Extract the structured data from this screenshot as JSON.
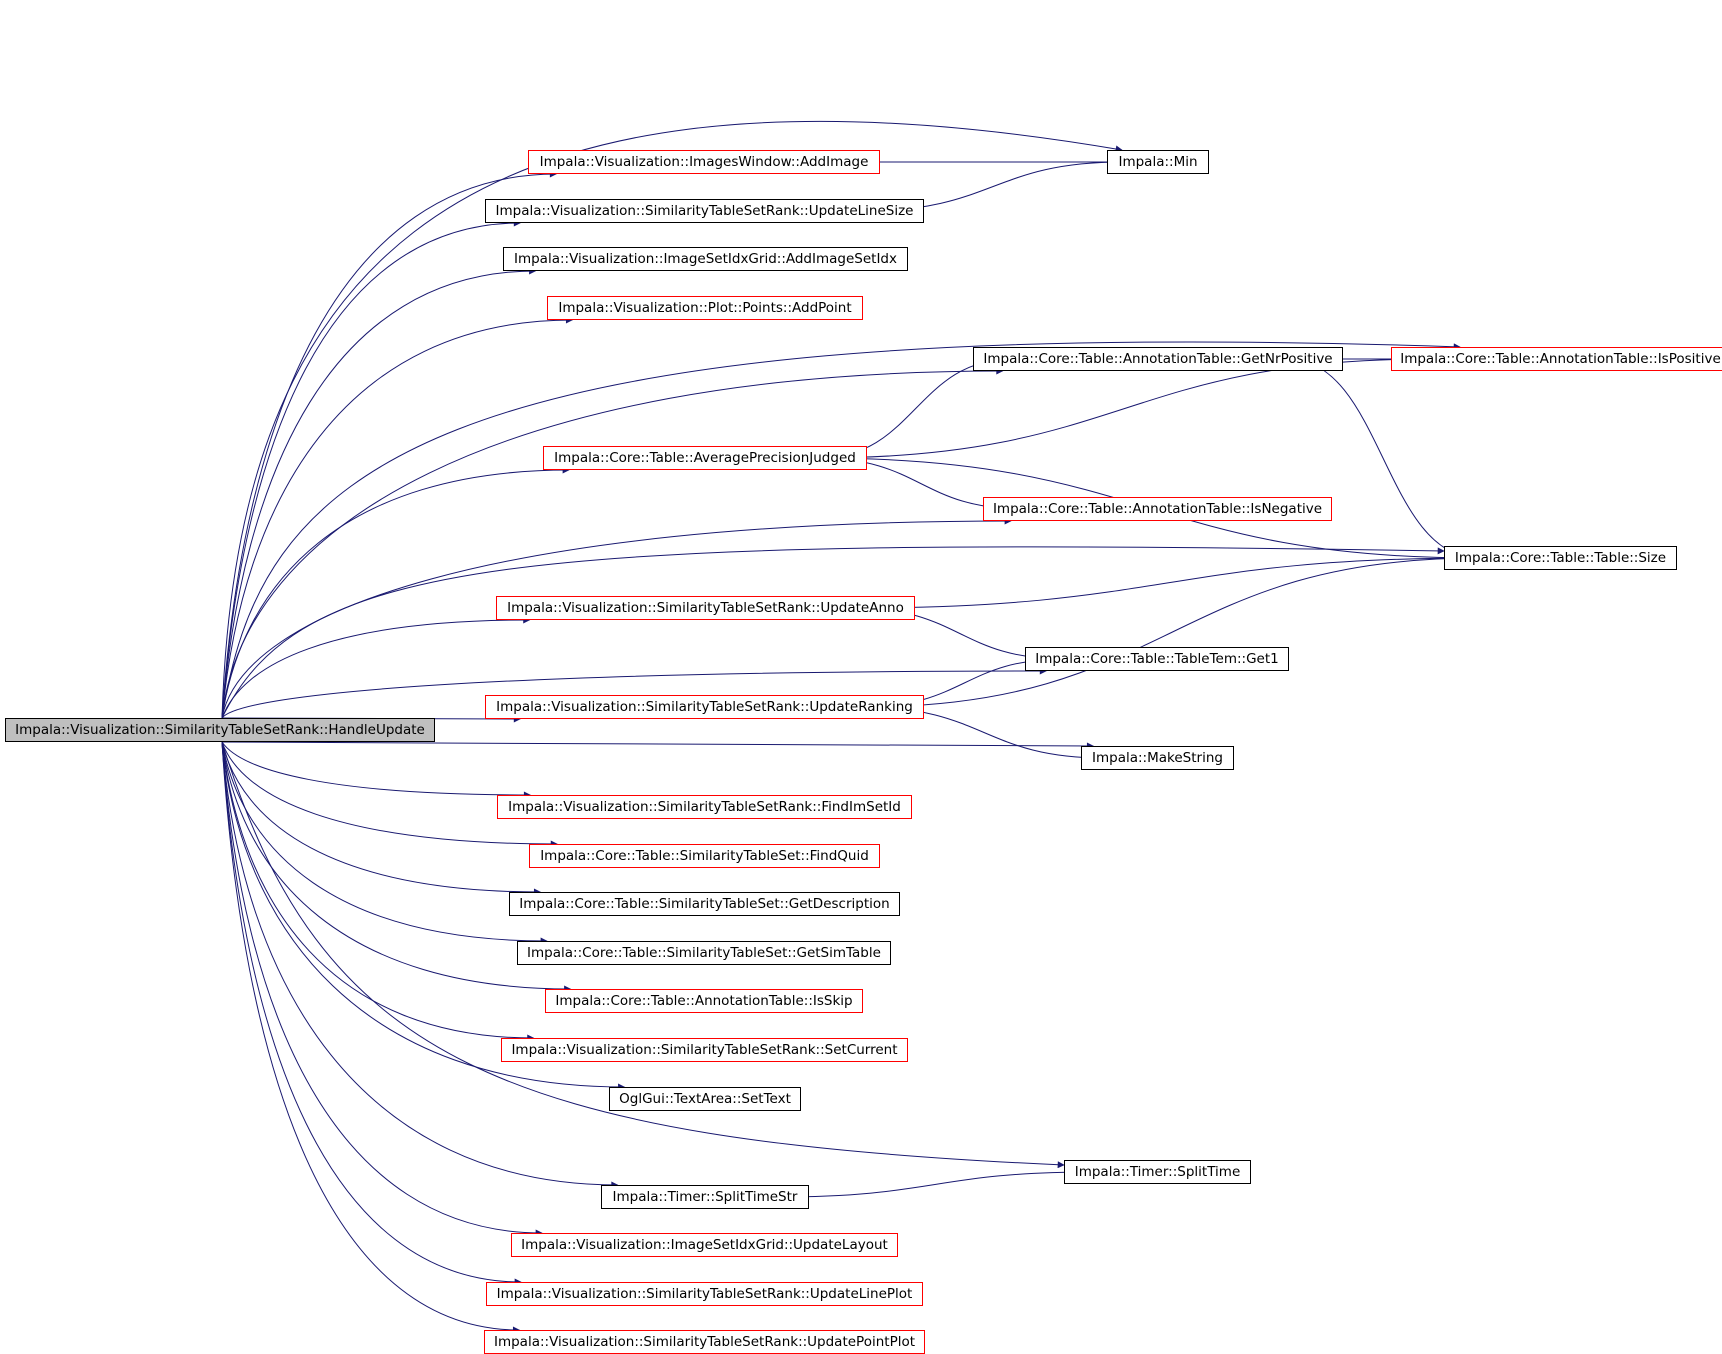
{
  "diagram": {
    "root": "n0",
    "colors": {
      "edge": "#191970",
      "border_default": "#000000",
      "border_undocumented": "#ff0000",
      "root_fill": "#bfbfbf"
    },
    "nodes": [
      {
        "id": "n0",
        "label": "Impala::Visualization::SimilarityTableSetRank::HandleUpdate",
        "style": "root"
      },
      {
        "id": "n1",
        "label": "Impala::Visualization::ImagesWindow::AddImage",
        "style": "red"
      },
      {
        "id": "n2",
        "label": "Impala::Min",
        "style": "black"
      },
      {
        "id": "n3",
        "label": "Impala::Visualization::SimilarityTableSetRank::UpdateLineSize",
        "style": "black"
      },
      {
        "id": "n4",
        "label": "Impala::Visualization::ImageSetIdxGrid::AddImageSetIdx",
        "style": "black"
      },
      {
        "id": "n5",
        "label": "Impala::Visualization::Plot::Points::AddPoint",
        "style": "red"
      },
      {
        "id": "n6",
        "label": "Impala::Core::Table::AnnotationTable::GetNrPositive",
        "style": "black"
      },
      {
        "id": "n7",
        "label": "Impala::Core::Table::AnnotationTable::IsPositive",
        "style": "red"
      },
      {
        "id": "n8",
        "label": "Impala::Core::Table::AveragePrecisionJudged",
        "style": "red"
      },
      {
        "id": "n9",
        "label": "Impala::Core::Table::AnnotationTable::IsNegative",
        "style": "red"
      },
      {
        "id": "n10",
        "label": "Impala::Core::Table::Table::Size",
        "style": "black"
      },
      {
        "id": "n11",
        "label": "Impala::Visualization::SimilarityTableSetRank::UpdateAnno",
        "style": "red"
      },
      {
        "id": "n12",
        "label": "Impala::Core::Table::TableTem::Get1",
        "style": "black"
      },
      {
        "id": "n13",
        "label": "Impala::Visualization::SimilarityTableSetRank::UpdateRanking",
        "style": "red"
      },
      {
        "id": "n14",
        "label": "Impala::MakeString",
        "style": "black"
      },
      {
        "id": "n15",
        "label": "Impala::Visualization::SimilarityTableSetRank::FindImSetId",
        "style": "red"
      },
      {
        "id": "n16",
        "label": "Impala::Core::Table::SimilarityTableSet::FindQuid",
        "style": "red"
      },
      {
        "id": "n17",
        "label": "Impala::Core::Table::SimilarityTableSet::GetDescription",
        "style": "black"
      },
      {
        "id": "n18",
        "label": "Impala::Core::Table::SimilarityTableSet::GetSimTable",
        "style": "black"
      },
      {
        "id": "n19",
        "label": "Impala::Core::Table::AnnotationTable::IsSkip",
        "style": "red"
      },
      {
        "id": "n20",
        "label": "Impala::Visualization::SimilarityTableSetRank::SetCurrent",
        "style": "red"
      },
      {
        "id": "n21",
        "label": "OglGui::TextArea::SetText",
        "style": "black"
      },
      {
        "id": "n22",
        "label": "Impala::Timer::SplitTime",
        "style": "black"
      },
      {
        "id": "n23",
        "label": "Impala::Timer::SplitTimeStr",
        "style": "black"
      },
      {
        "id": "n24",
        "label": "Impala::Visualization::ImageSetIdxGrid::UpdateLayout",
        "style": "red"
      },
      {
        "id": "n25",
        "label": "Impala::Visualization::SimilarityTableSetRank::UpdateLinePlot",
        "style": "red"
      },
      {
        "id": "n26",
        "label": "Impala::Visualization::SimilarityTableSetRank::UpdatePointPlot",
        "style": "red"
      }
    ],
    "edges": [
      {
        "from": "n0",
        "to": "n2"
      },
      {
        "from": "n0",
        "to": "n1"
      },
      {
        "from": "n0",
        "to": "n3"
      },
      {
        "from": "n0",
        "to": "n4"
      },
      {
        "from": "n0",
        "to": "n5"
      },
      {
        "from": "n0",
        "to": "n7"
      },
      {
        "from": "n0",
        "to": "n6"
      },
      {
        "from": "n0",
        "to": "n8"
      },
      {
        "from": "n0",
        "to": "n9"
      },
      {
        "from": "n0",
        "to": "n10"
      },
      {
        "from": "n0",
        "to": "n11"
      },
      {
        "from": "n0",
        "to": "n12"
      },
      {
        "from": "n0",
        "to": "n13"
      },
      {
        "from": "n0",
        "to": "n14"
      },
      {
        "from": "n0",
        "to": "n15"
      },
      {
        "from": "n0",
        "to": "n16"
      },
      {
        "from": "n0",
        "to": "n17"
      },
      {
        "from": "n0",
        "to": "n18"
      },
      {
        "from": "n0",
        "to": "n19"
      },
      {
        "from": "n0",
        "to": "n20"
      },
      {
        "from": "n0",
        "to": "n21"
      },
      {
        "from": "n0",
        "to": "n22"
      },
      {
        "from": "n0",
        "to": "n23"
      },
      {
        "from": "n0",
        "to": "n24"
      },
      {
        "from": "n0",
        "to": "n25"
      },
      {
        "from": "n0",
        "to": "n26"
      },
      {
        "from": "n1",
        "to": "n2"
      },
      {
        "from": "n3",
        "to": "n2"
      },
      {
        "from": "n6",
        "to": "n7"
      },
      {
        "from": "n6",
        "to": "n10"
      },
      {
        "from": "n8",
        "to": "n6"
      },
      {
        "from": "n8",
        "to": "n7"
      },
      {
        "from": "n8",
        "to": "n9"
      },
      {
        "from": "n8",
        "to": "n10"
      },
      {
        "from": "n11",
        "to": "n10"
      },
      {
        "from": "n11",
        "to": "n12"
      },
      {
        "from": "n13",
        "to": "n12"
      },
      {
        "from": "n13",
        "to": "n10"
      },
      {
        "from": "n13",
        "to": "n14"
      },
      {
        "from": "n23",
        "to": "n22"
      }
    ]
  }
}
